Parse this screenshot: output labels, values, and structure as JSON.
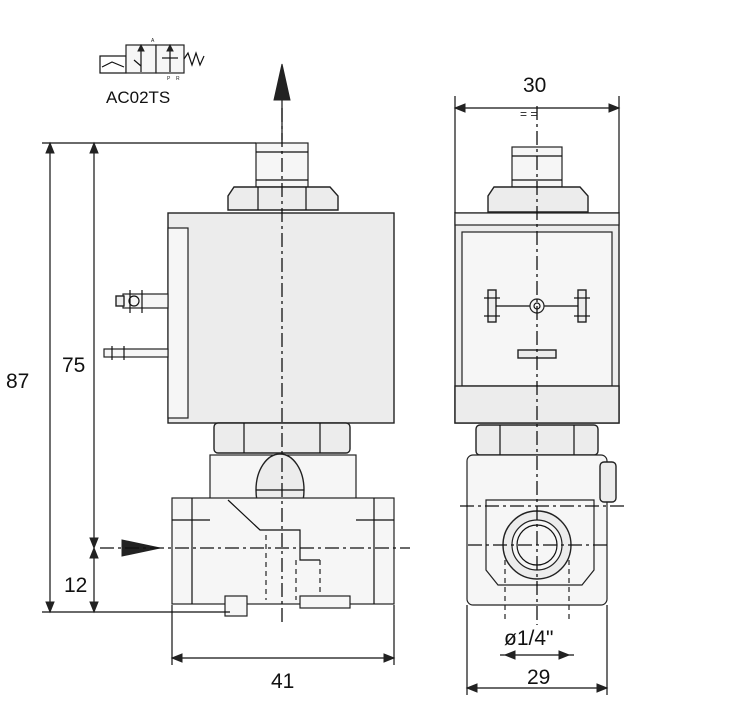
{
  "model": {
    "name": "AC02TS",
    "port_labels": [
      "A",
      "P",
      "R"
    ]
  },
  "dimensions": {
    "overall_height": "87",
    "body_to_top_height": "75",
    "port_height": "12",
    "front_width": "41",
    "side_width": "29",
    "coil_width": "30",
    "port_size": "ø1/4\""
  },
  "colors": {
    "line": "#111111",
    "fill": "#ececec"
  }
}
